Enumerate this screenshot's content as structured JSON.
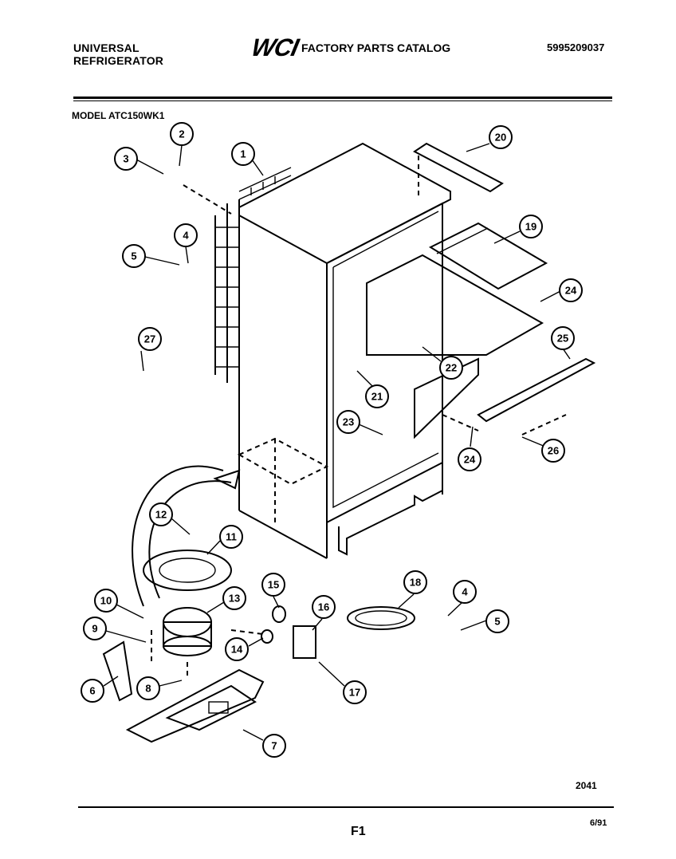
{
  "header": {
    "brand_line1": "UNIVERSAL",
    "brand_line2": "REFRIGERATOR",
    "logo": "WCI",
    "catalog_title": "FACTORY PARTS CATALOG",
    "part_number": "5995209037"
  },
  "model_label": "MODEL ATC150WK1",
  "callouts": [
    "1",
    "2",
    "3",
    "4",
    "5",
    "27",
    "20",
    "19",
    "24",
    "22",
    "25",
    "21",
    "23",
    "24",
    "26",
    "12",
    "11",
    "10",
    "13",
    "9",
    "6",
    "8",
    "7",
    "15",
    "14",
    "16",
    "17",
    "18",
    "4",
    "5"
  ],
  "footer": {
    "drawing_code": "2041",
    "page": "F1",
    "date": "6/91"
  }
}
